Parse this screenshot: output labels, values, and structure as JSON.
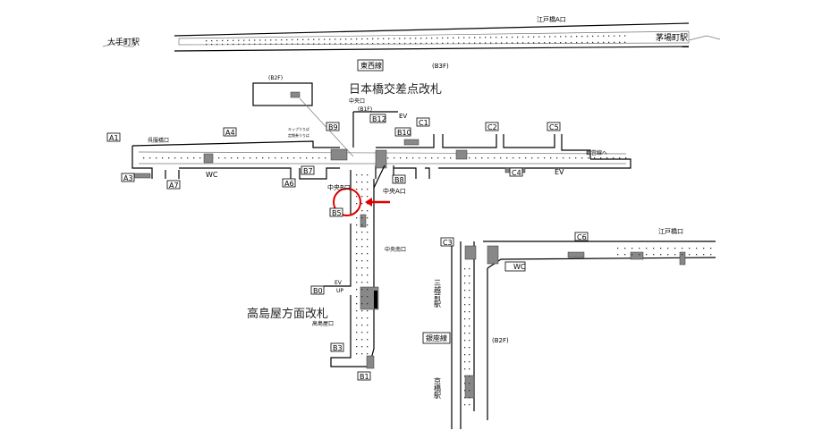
{
  "title": "日本橋駅 構内図",
  "tozai": {
    "line_label": "東西線",
    "floor": "(B3F)",
    "west_station": "大手町駅",
    "east_station": "茅場町駅",
    "exit_label": "江戸橋A口"
  },
  "upper": {
    "b2f_label": "(B2F)",
    "gate_label": "日本橋交差点改札",
    "central_exit": "中央口",
    "b1f_label": "(B1F)",
    "ev_top": "EV",
    "gofukubashi": "呉服橋口",
    "wc": "WC",
    "to_toei": "都営線へ",
    "ev_right": "EV",
    "ticket": "キップうりば",
    "pass": "定期券うりば"
  },
  "yaesu": {
    "central_b": "中央B口",
    "central_a": "中央A口",
    "central_south": "中央南口",
    "takashimaya_gate": "高島屋方面改札",
    "takashimaya_exit": "高島屋口",
    "ev": "EV",
    "up": "UP"
  },
  "ginza": {
    "line_label": "銀座線",
    "floor": "(B2F)",
    "mitsukoshimae": "三越前駅",
    "kyobashi": "京橋駅",
    "edobashi": "江戸橋口",
    "wc": "WC"
  },
  "exits": [
    "A1",
    "A3",
    "A4",
    "A6",
    "A7",
    "B9",
    "B12",
    "B10",
    "C1",
    "C2",
    "C5",
    "C4",
    "B8",
    "B7",
    "B5",
    "B0",
    "B3",
    "B1",
    "C3",
    "C6"
  ],
  "highlight": {
    "color": "#e00000",
    "target_exit": "B5"
  }
}
